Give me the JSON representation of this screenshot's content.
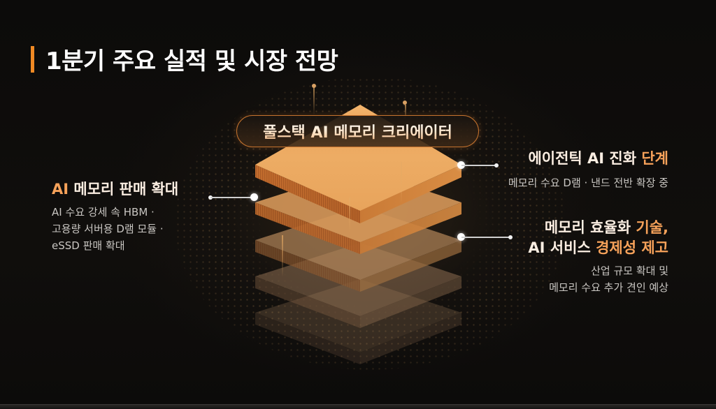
{
  "slide": {
    "title": "1분기 주요 실적 및 시장 전망",
    "accent_color": "#f08a24",
    "highlight_color": "#f7a25a"
  },
  "center": {
    "pill_label": "풀스택 AI 메모리 크리에이터",
    "layers_count": 5
  },
  "annotations": {
    "left": {
      "title_highlight": "AI",
      "title_rest": " 메모리 판매 확대",
      "desc_lines": [
        "AI 수요 강세 속 HBM ·",
        "고용량 서버용 D램 모듈 ·",
        "eSSD 판매 확대"
      ]
    },
    "right_top": {
      "title_plain": "에이전틱 AI 진화 ",
      "title_highlight": "단계",
      "desc_lines": [
        "메모리 수요 D램 · 낸드 전반 확장 중"
      ]
    },
    "right_bottom": {
      "title_line1_plain": "메모리 효율화 ",
      "title_line1_highlight": "기술,",
      "title_line2_plain": "AI 서비스 ",
      "title_line2_highlight": "경제성 제고",
      "desc_lines": [
        "산업 규모 확대 및",
        "메모리 수요 추가 견인 예상"
      ]
    }
  }
}
